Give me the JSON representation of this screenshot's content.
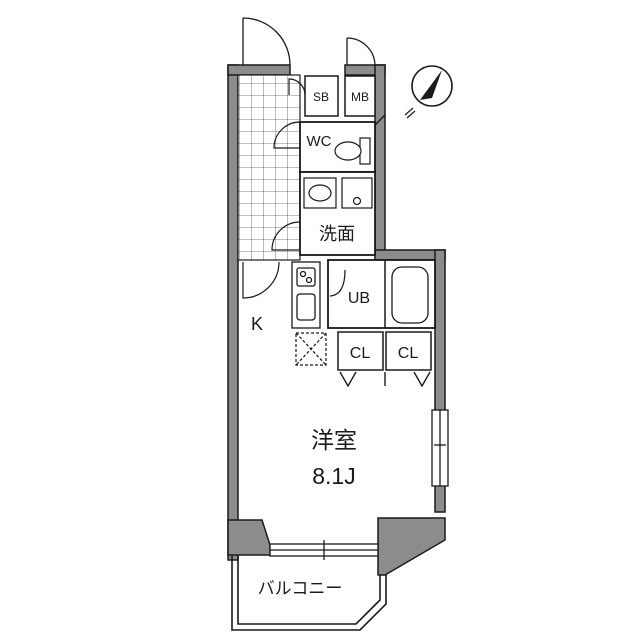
{
  "rooms": {
    "sb": "SB",
    "mb": "MB",
    "wc": "WC",
    "washroom": "洗面",
    "ub": "UB",
    "kitchen": "K",
    "closet_1": "CL",
    "closet_2": "CL",
    "western_room": "洋室",
    "western_room_size": "8.1J",
    "balcony": "バルコニー"
  },
  "colors": {
    "wall": "#8c8c8c",
    "line": "#1a1a1a",
    "background": "#ffffff"
  },
  "icons": [
    "north-arrow-icon"
  ]
}
